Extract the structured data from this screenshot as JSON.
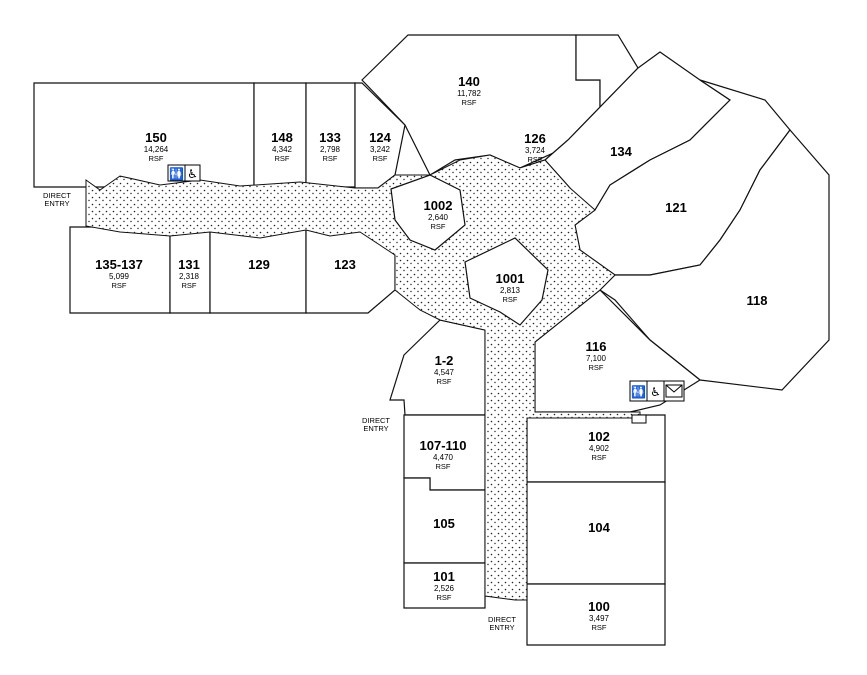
{
  "suites": [
    {
      "id": "150",
      "number": "150",
      "area": "14,264",
      "unit": "RSF"
    },
    {
      "id": "148",
      "number": "148",
      "area": "4,342",
      "unit": "RSF"
    },
    {
      "id": "133",
      "number": "133",
      "area": "2,798",
      "unit": "RSF"
    },
    {
      "id": "124",
      "number": "124",
      "area": "3,242",
      "unit": "RSF"
    },
    {
      "id": "140",
      "number": "140",
      "area": "11,782",
      "unit": "RSF"
    },
    {
      "id": "126",
      "number": "126",
      "area": "3,724",
      "unit": "RSF"
    },
    {
      "id": "134",
      "number": "134"
    },
    {
      "id": "121",
      "number": "121"
    },
    {
      "id": "118",
      "number": "118"
    },
    {
      "id": "1002",
      "number": "1002",
      "area": "2,640",
      "unit": "RSF"
    },
    {
      "id": "1001",
      "number": "1001",
      "area": "2,813",
      "unit": "RSF"
    },
    {
      "id": "135-137",
      "number": "135-137",
      "area": "5,099",
      "unit": "RSF"
    },
    {
      "id": "131",
      "number": "131",
      "area": "2,318",
      "unit": "RSF"
    },
    {
      "id": "129",
      "number": "129"
    },
    {
      "id": "123",
      "number": "123"
    },
    {
      "id": "1-2",
      "number": "1-2",
      "area": "4,547",
      "unit": "RSF"
    },
    {
      "id": "116",
      "number": "116",
      "area": "7,100",
      "unit": "RSF"
    },
    {
      "id": "107-110",
      "number": "107-110",
      "area": "4,470",
      "unit": "RSF"
    },
    {
      "id": "102",
      "number": "102",
      "area": "4,902",
      "unit": "RSF"
    },
    {
      "id": "105",
      "number": "105"
    },
    {
      "id": "104",
      "number": "104"
    },
    {
      "id": "101",
      "number": "101",
      "area": "2,526",
      "unit": "RSF"
    },
    {
      "id": "100",
      "number": "100",
      "area": "3,497",
      "unit": "RSF"
    }
  ],
  "entries": [
    {
      "line1": "DIRECT",
      "line2": "ENTRY"
    },
    {
      "line1": "DIRECT",
      "line2": "ENTRY"
    },
    {
      "line1": "DIRECT",
      "line2": "ENTRY"
    }
  ],
  "amenities": {
    "west": [
      "restroom-icon",
      "accessible-icon"
    ],
    "east": [
      "restroom-icon",
      "accessible-icon",
      "mail-icon"
    ]
  }
}
